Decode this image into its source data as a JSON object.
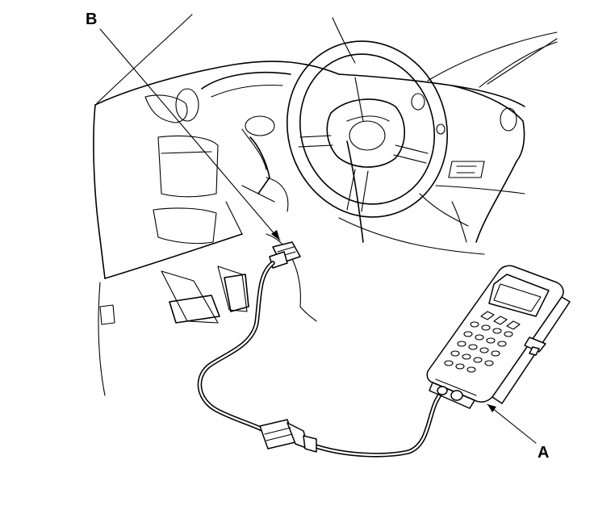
{
  "labels": {
    "a": "A",
    "b": "B"
  },
  "colors": {
    "ink": "#000000",
    "paper": "#ffffff"
  },
  "icons": {
    "scan_tool": "handheld-scan-tool",
    "connector": "data-link-connector",
    "dashboard": "vehicle-dashboard"
  }
}
